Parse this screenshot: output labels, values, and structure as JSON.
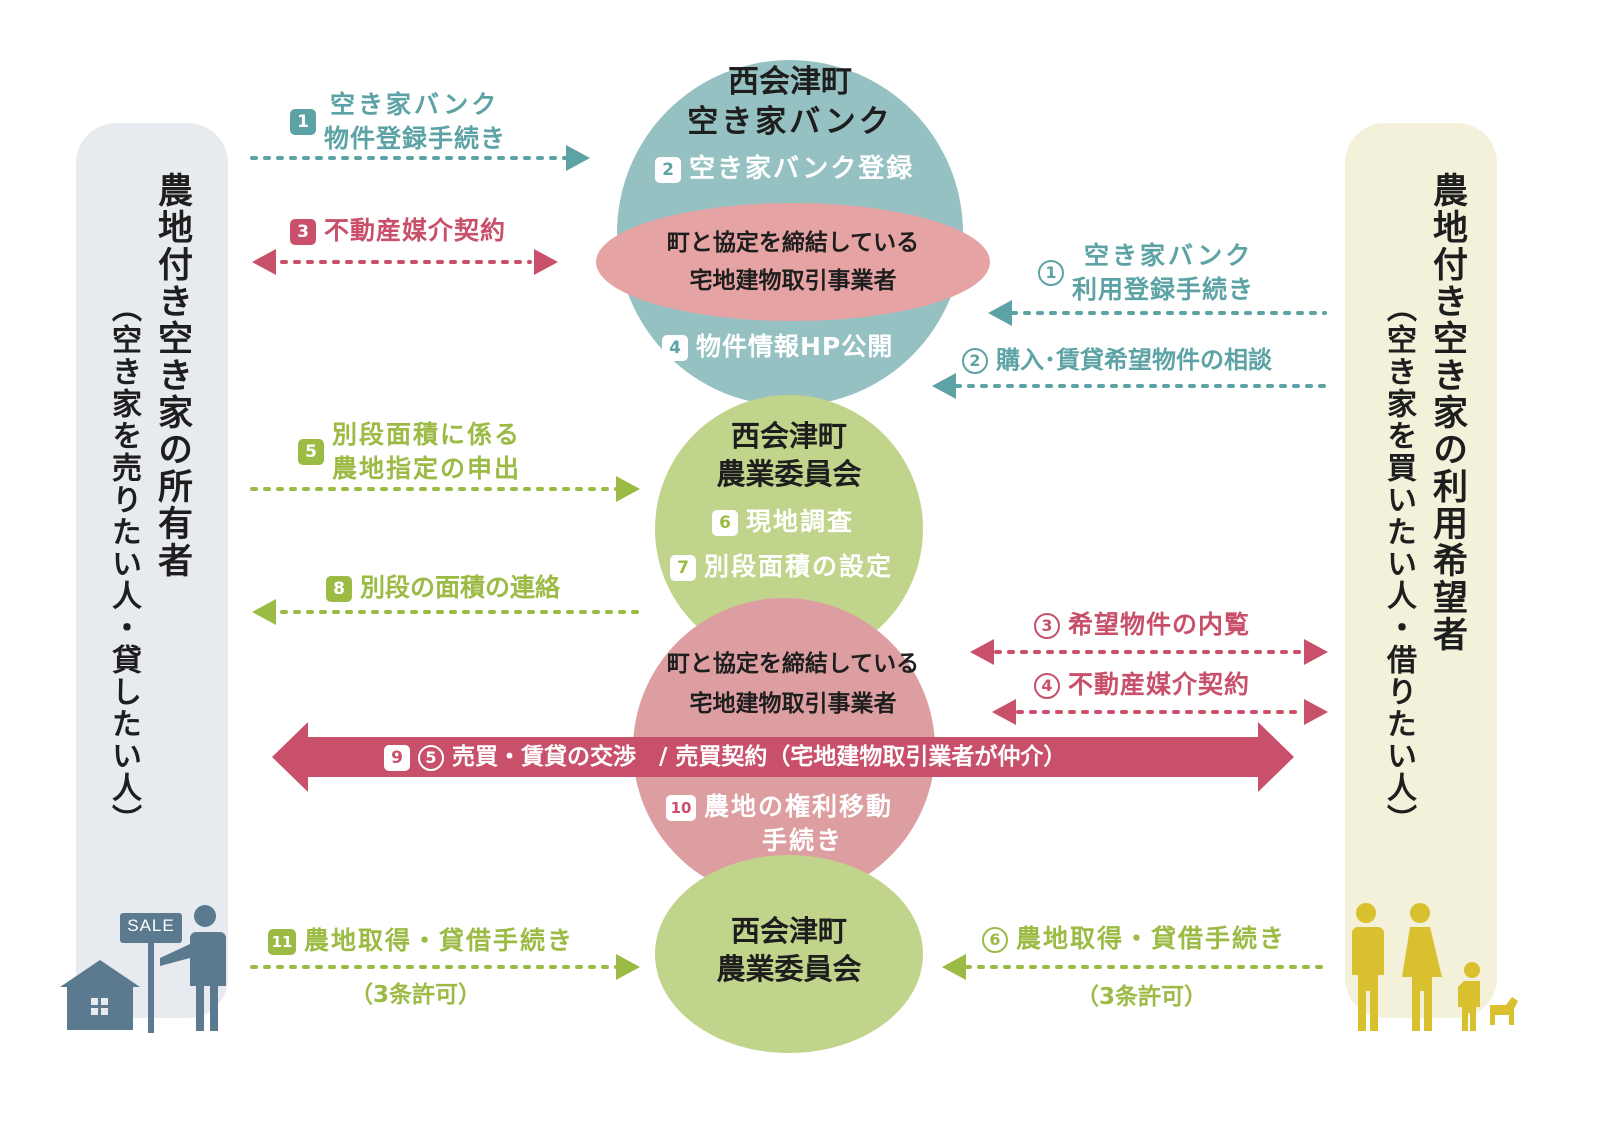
{
  "colors": {
    "teal": "#5da3a6",
    "red": "#c9506a",
    "green": "#9bbb45",
    "teal_circle": "#95c1c3",
    "pink_oval": "#e6a3a3",
    "pink_circle": "#dd9ea1",
    "green_circle": "#c1d48b",
    "left_panel": "#e7ebef",
    "right_panel": "#f3f1da",
    "person_left": "#5b7a8f",
    "family": "#d8c02e"
  },
  "left_panel": {
    "title": "農地付き空き家の所有者",
    "subtitle": "（空き家を売りたい人・貸したい人）",
    "sign_text": "SALE"
  },
  "right_panel": {
    "title": "農地付き空き家の利用希望者",
    "subtitle": "（空き家を買いたい人・借りたい人）"
  },
  "akiya_bank": {
    "title_line1": "西会津町",
    "title_line2": "空き家バンク",
    "step2": {
      "num": "2",
      "label": "空き家バンク登録"
    },
    "oval_line1": "町と協定を締結している",
    "oval_line2": "宅地建物取引事業者",
    "step4": {
      "num": "4",
      "label": "物件情報HP公開"
    }
  },
  "committee1": {
    "title_line1": "西会津町",
    "title_line2": "農業委員会",
    "step6": {
      "num": "6",
      "label": "現地調査"
    },
    "step7": {
      "num": "7",
      "label": "別段面積の設定"
    }
  },
  "realtor": {
    "line1": "町と協定を締結している",
    "line2": "宅地建物取引事業者",
    "step10": {
      "num": "10",
      "label_line1": "農地の権利移動",
      "label_line2": "手続き"
    }
  },
  "committee2": {
    "title_line1": "西会津町",
    "title_line2": "農業委員会"
  },
  "left_steps": {
    "s1": {
      "num": "1",
      "line1": "空き家バンク",
      "line2": "物件登録手続き"
    },
    "s3": {
      "num": "3",
      "label": "不動産媒介契約"
    },
    "s5": {
      "num": "5",
      "line1": "別段面積に係る",
      "line2": "農地指定の申出"
    },
    "s8": {
      "num": "8",
      "label": "別段の面積の連絡"
    },
    "s11": {
      "num": "11",
      "label": "農地取得・貸借手続き",
      "sub": "（3条許可）"
    }
  },
  "right_steps": {
    "r1": {
      "num": "1",
      "line1": "空き家バンク",
      "line2": "利用登録手続き"
    },
    "r2": {
      "num": "2",
      "label": "購入･賃貸希望物件の相談"
    },
    "r3": {
      "num": "3",
      "label": "希望物件の内覧"
    },
    "r4": {
      "num": "4",
      "label": "不動産媒介契約"
    },
    "r6": {
      "num": "6",
      "label": "農地取得・貸借手続き",
      "sub": "（3条許可）"
    }
  },
  "big_arrow": {
    "num_sq": "9",
    "num_circle": "5",
    "label": "売買・賃貸の交渉　/  売買契約（宅地建物取引業者が仲介）"
  },
  "icons": {
    "house": "house-icon",
    "seller": "person-with-sale-sign-icon",
    "family": "family-with-dog-icon"
  }
}
